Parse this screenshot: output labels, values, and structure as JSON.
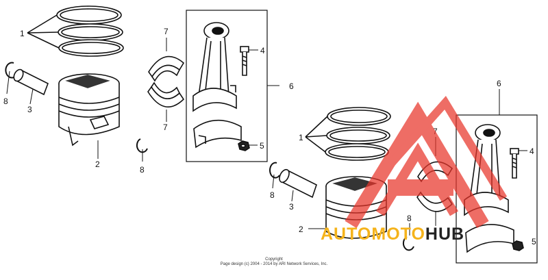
{
  "callouts": {
    "left": [
      "1",
      "8",
      "3",
      "2",
      "7",
      "7",
      "8",
      "4",
      "6",
      "5"
    ],
    "right": [
      "1",
      "8",
      "3",
      "2",
      "7",
      "8",
      "6",
      "4",
      "5"
    ]
  },
  "copyright": {
    "line1": "Copyright",
    "line2": "Page design (c) 2004 - 2014 by ARI Network Services, Inc."
  },
  "watermark": {
    "part1": "AUTOMOTO",
    "part2": "HUB"
  },
  "colors": {
    "ink": "#111111",
    "watermark_red": "#e8352b",
    "watermark_yellow": "#f5b31b",
    "watermark_dark": "#222222"
  }
}
